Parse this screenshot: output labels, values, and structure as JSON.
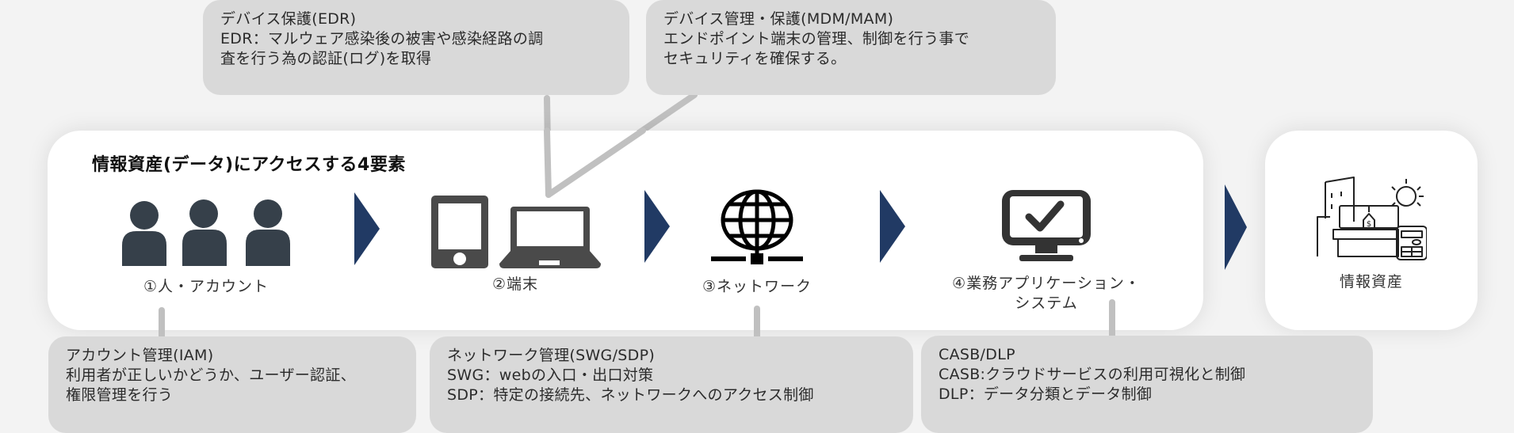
{
  "title": "情報資産(データ)にアクセスする4要素",
  "elements": [
    {
      "label_lines": [
        "①人・アカウント"
      ],
      "icon": "people-icon"
    },
    {
      "label_lines": [
        "②端末"
      ],
      "icon": "tablet-laptop-icon"
    },
    {
      "label_lines": [
        "③ネットワーク"
      ],
      "icon": "globe-network-icon"
    },
    {
      "label_lines": [
        "④業務アプリケーション・",
        "システム"
      ],
      "icon": "monitor-check-icon"
    }
  ],
  "target": {
    "label": "情報資産",
    "icon": "business-assets-icon"
  },
  "callouts_top": [
    {
      "heading": "デバイス保護(EDR)",
      "lines": [
        "EDR：マルウェア感染後の被害や感染経路の調",
        "査を行う為の認証(ログ)を取得"
      ]
    },
    {
      "heading": "デバイス管理・保護(MDM/MAM)",
      "lines": [
        "エンドポイント端末の管理、制御を行う事で",
        "セキュリティを確保する。"
      ]
    }
  ],
  "callouts_bottom": [
    {
      "heading": "アカウント管理(IAM)",
      "lines": [
        "利用者が正しいかどうか、ユーザー認証、",
        "権限管理を行う"
      ]
    },
    {
      "heading": "ネットワーク管理(SWG/SDP)",
      "lines": [
        "SWG：webの入口・出口対策",
        "SDP：特定の接続先、ネットワークへのアクセス制御"
      ]
    },
    {
      "heading": "CASB/DLP",
      "lines": [
        "CASB:クラウドサービスの利用可視化と制御",
        "DLP：データ分類とデータ制御"
      ]
    }
  ],
  "colors": {
    "arrow": "#213a64",
    "callout_bg": "#d9d9d9",
    "connector": "#c0c0c0",
    "icon_dark": "#36404a",
    "icon_gray": "#4a4a4a"
  }
}
